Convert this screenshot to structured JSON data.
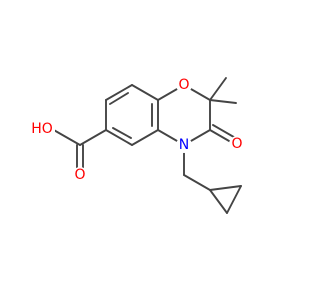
{
  "molecule": {
    "atom_labels": {
      "ring_oxygen": "O",
      "ring_nitrogen": "N",
      "carbonyl_oxygen": "O",
      "hydroxyl": "HO",
      "acid_carbonyl_oxygen": "O"
    },
    "colors": {
      "bond": "#444444",
      "oxygen": "#ff0000",
      "nitrogen": "#0000ff",
      "background": "#ffffff"
    }
  }
}
